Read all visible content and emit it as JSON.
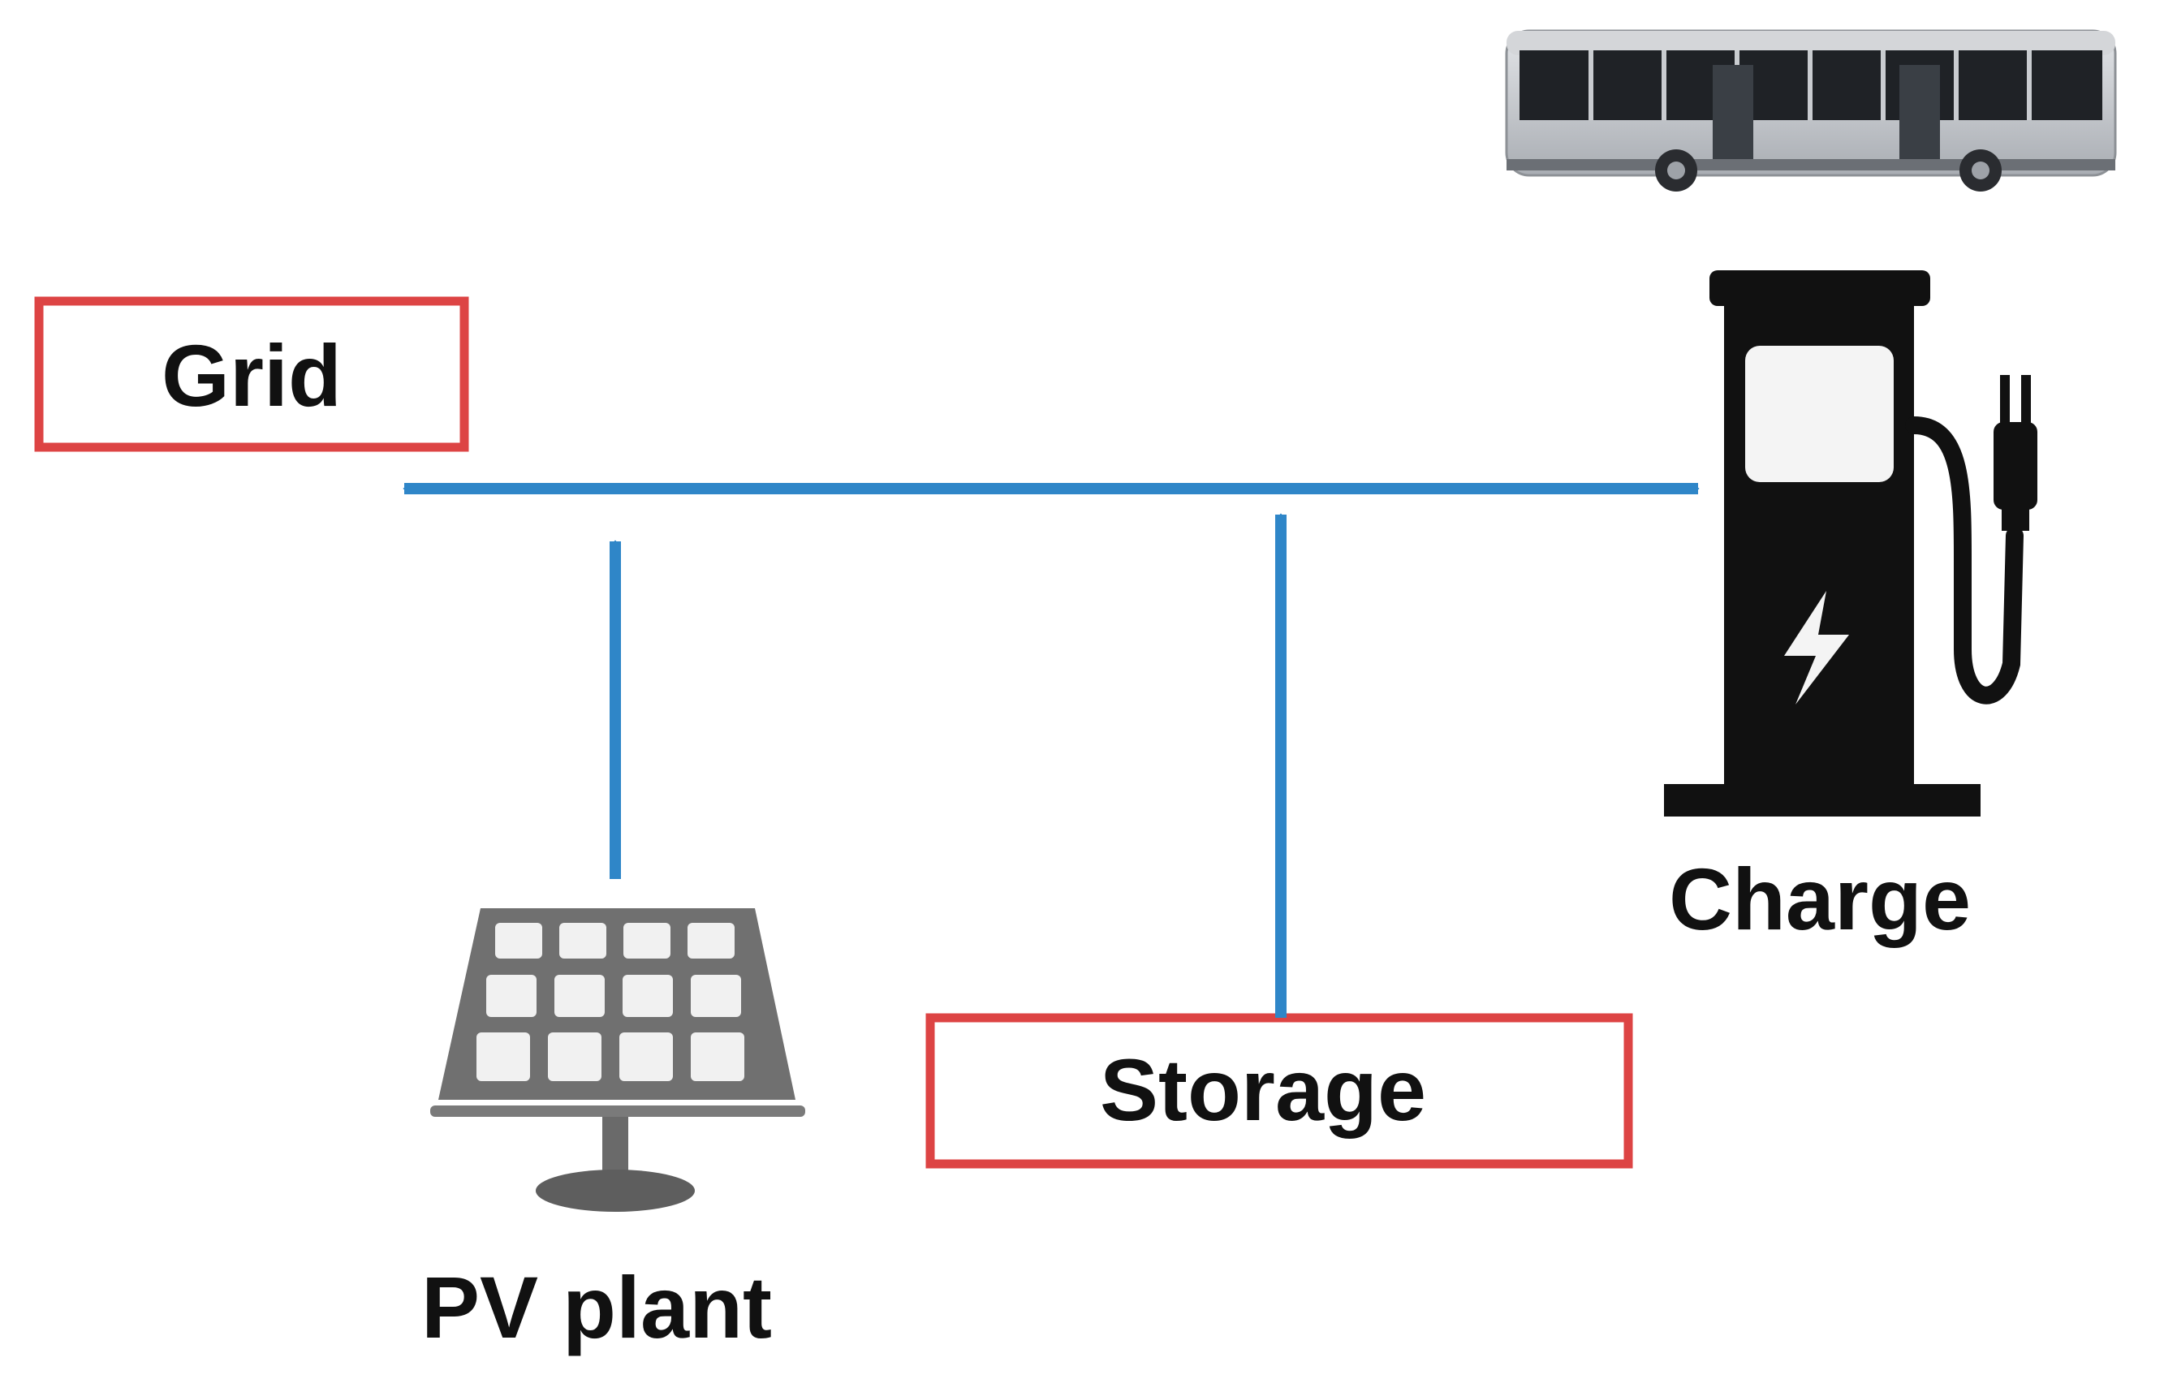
{
  "nodes": {
    "grid": {
      "label": "Grid"
    },
    "storage": {
      "label": "Storage"
    },
    "pv_plant": {
      "label": "PV plant"
    },
    "charge": {
      "label": "Charge"
    }
  },
  "colors": {
    "box_border": "#dd4444",
    "arrow": "#2f86c8",
    "icon_dark": "#111111",
    "panel_gray": "#6d6d6d",
    "bus_body": "#c9ccd0"
  },
  "icons": {
    "bus": "electric-bus-icon",
    "charger": "ev-charging-station-icon",
    "solar": "solar-panel-icon"
  }
}
